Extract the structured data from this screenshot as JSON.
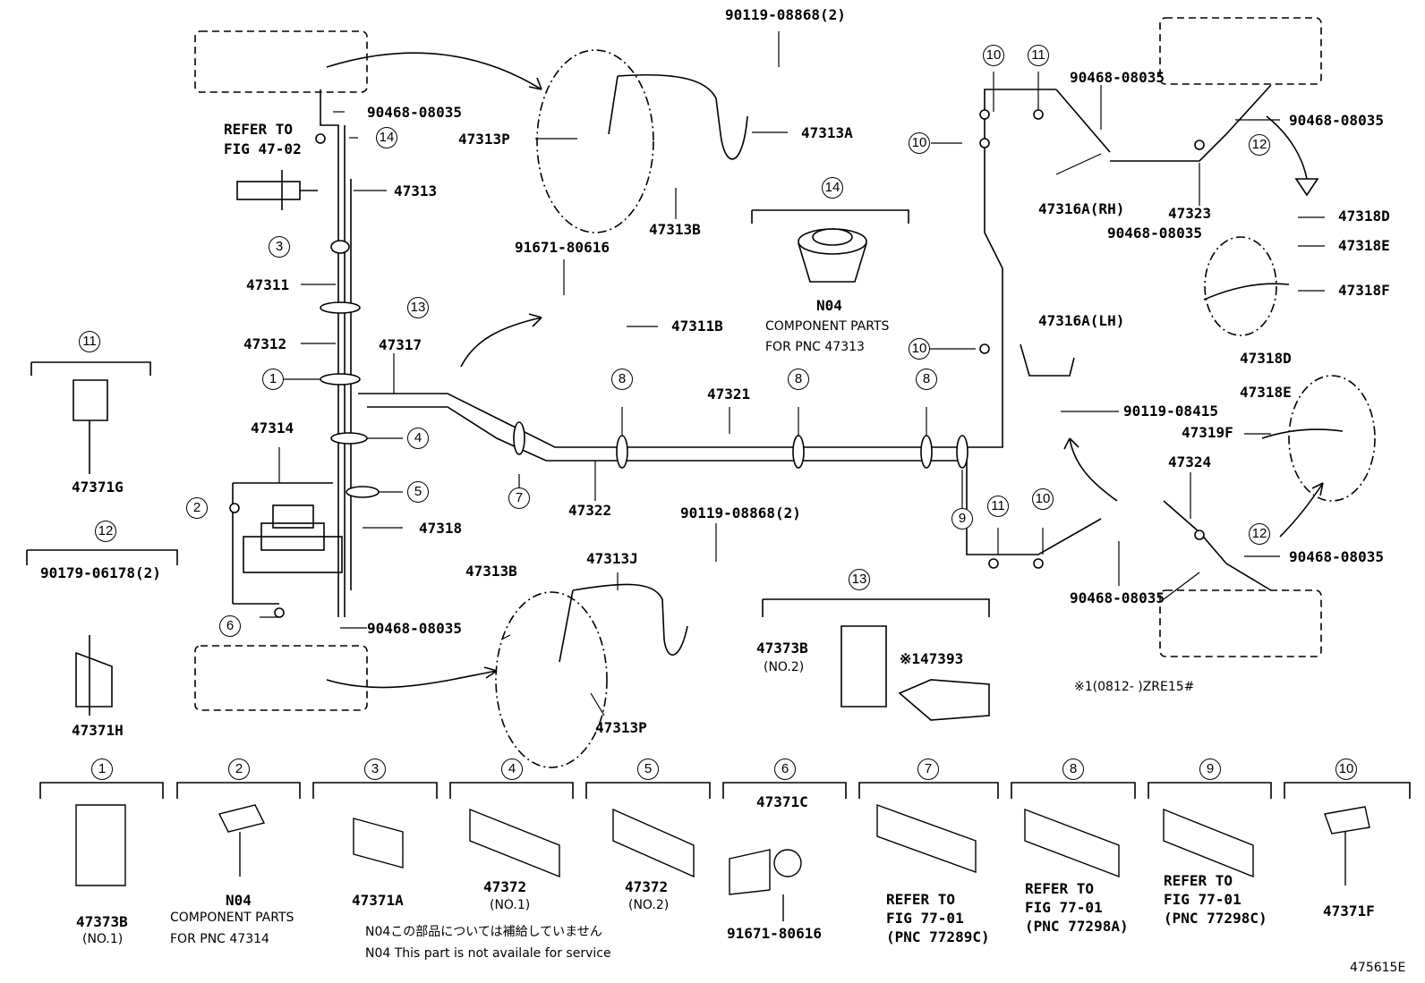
{
  "diagram_id": "475615E",
  "notes": {
    "ja": "N04この部品については補給していません",
    "en": "N04 This part is not availale for service",
    "variant": "※1(0812-      )ZRE15#"
  },
  "labels": {
    "p90119_08868_top": "90119-08868(2)",
    "p90468_08035_a": "90468-08035",
    "refer_to": "REFER TO",
    "fig_47_02": "FIG 47-02",
    "p47313": "47313",
    "p47313P_top": "47313P",
    "p47313A": "47313A",
    "p47313B_top": "47313B",
    "p91671_80616_top": "91671-80616",
    "p47311B": "47311B",
    "p47311": "47311",
    "p47312": "47312",
    "p47317": "47317",
    "p47321": "47321",
    "p47314": "47314",
    "p47318": "47318",
    "p47322": "47322",
    "n04_center": "N04",
    "component_parts": "COMPONENT PARTS",
    "for_pnc_47313": "FOR PNC 47313",
    "p90468_08035_b": "90468-08035",
    "p90468_08035_c": "90468-08035",
    "p47316A_RH": "47316A(RH)",
    "p47323": "47323",
    "p90468_08035_d": "90468-08035",
    "p47318D_top": "47318D",
    "p47318E_top": "47318E",
    "p47318F": "47318F",
    "p47316A_LH": "47316A(LH)",
    "p90119_08415": "90119-08415",
    "p47318D_mid": "47318D",
    "p47318E_mid": "47318E",
    "p47319F": "47319F",
    "p47324": "47324",
    "p90468_08035_e": "90468-08035",
    "p90468_08035_f": "90468-08035",
    "p90119_08868_bot": "90119-08868(2)",
    "p47313B_bot": "47313B",
    "p47313J": "47313J",
    "p90468_08035_g": "90468-08035",
    "p47313P_bot": "47313P",
    "p47373B_mid": "47373B",
    "no2_mid": "(NO.2)",
    "p47393": "※147393",
    "p47371G": "47371G",
    "p90179_06178": "90179-06178(2)",
    "p47371H": "47371H"
  },
  "callouts": [
    "1",
    "2",
    "3",
    "4",
    "5",
    "6",
    "7",
    "8",
    "9",
    "10",
    "11",
    "12",
    "13",
    "14"
  ],
  "legend": [
    {
      "num": "1",
      "part": "47373B",
      "sub": "(NO.1)"
    },
    {
      "num": "2",
      "part": "N04",
      "sub": "COMPONENT PARTS",
      "sub2": "FOR PNC 47314"
    },
    {
      "num": "3",
      "part": "47371A"
    },
    {
      "num": "4",
      "part": "47372",
      "sub": "(NO.1)"
    },
    {
      "num": "5",
      "part": "47372",
      "sub": "(NO.2)"
    },
    {
      "num": "6",
      "part": "47371C",
      "sub": "91671-80616"
    },
    {
      "num": "7",
      "part": "REFER TO",
      "sub": "FIG 77-01",
      "sub2": "(PNC 77289C)"
    },
    {
      "num": "8",
      "part": "REFER TO",
      "sub": "FIG 77-01",
      "sub2": "(PNC 77298A)"
    },
    {
      "num": "9",
      "part": "REFER TO",
      "sub": "FIG 77-01",
      "sub2": "(PNC 77298C)"
    },
    {
      "num": "10",
      "part": "47371F"
    }
  ]
}
